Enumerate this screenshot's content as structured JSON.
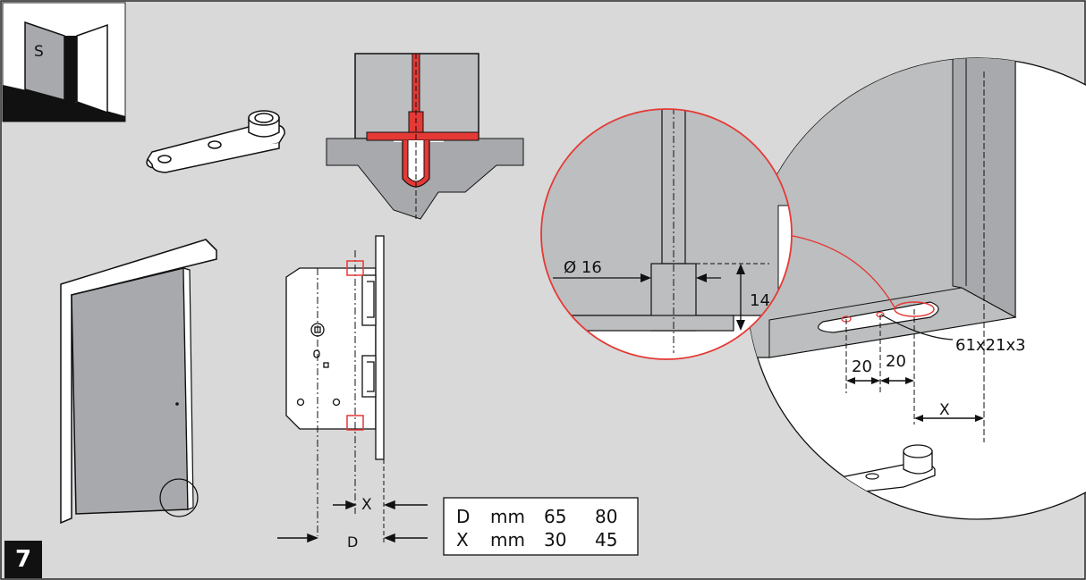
{
  "step_number": "7",
  "door_side_label": "S",
  "dimensions": {
    "diameter": "Ø 16",
    "depth": "14",
    "spacing_1": "20",
    "spacing_2": "20",
    "plate_size": "61x21x3",
    "offset_x": "X",
    "offset_d": "D"
  },
  "table": {
    "rows": [
      {
        "symbol": "D",
        "unit": "mm",
        "v1": "65",
        "v2": "80"
      },
      {
        "symbol": "X",
        "unit": "mm",
        "v1": "30",
        "v2": "45"
      }
    ]
  },
  "colors": {
    "background": "#d9d9d9",
    "accent": "#e53935",
    "door": "#a7a9ac",
    "outline": "#111111"
  }
}
